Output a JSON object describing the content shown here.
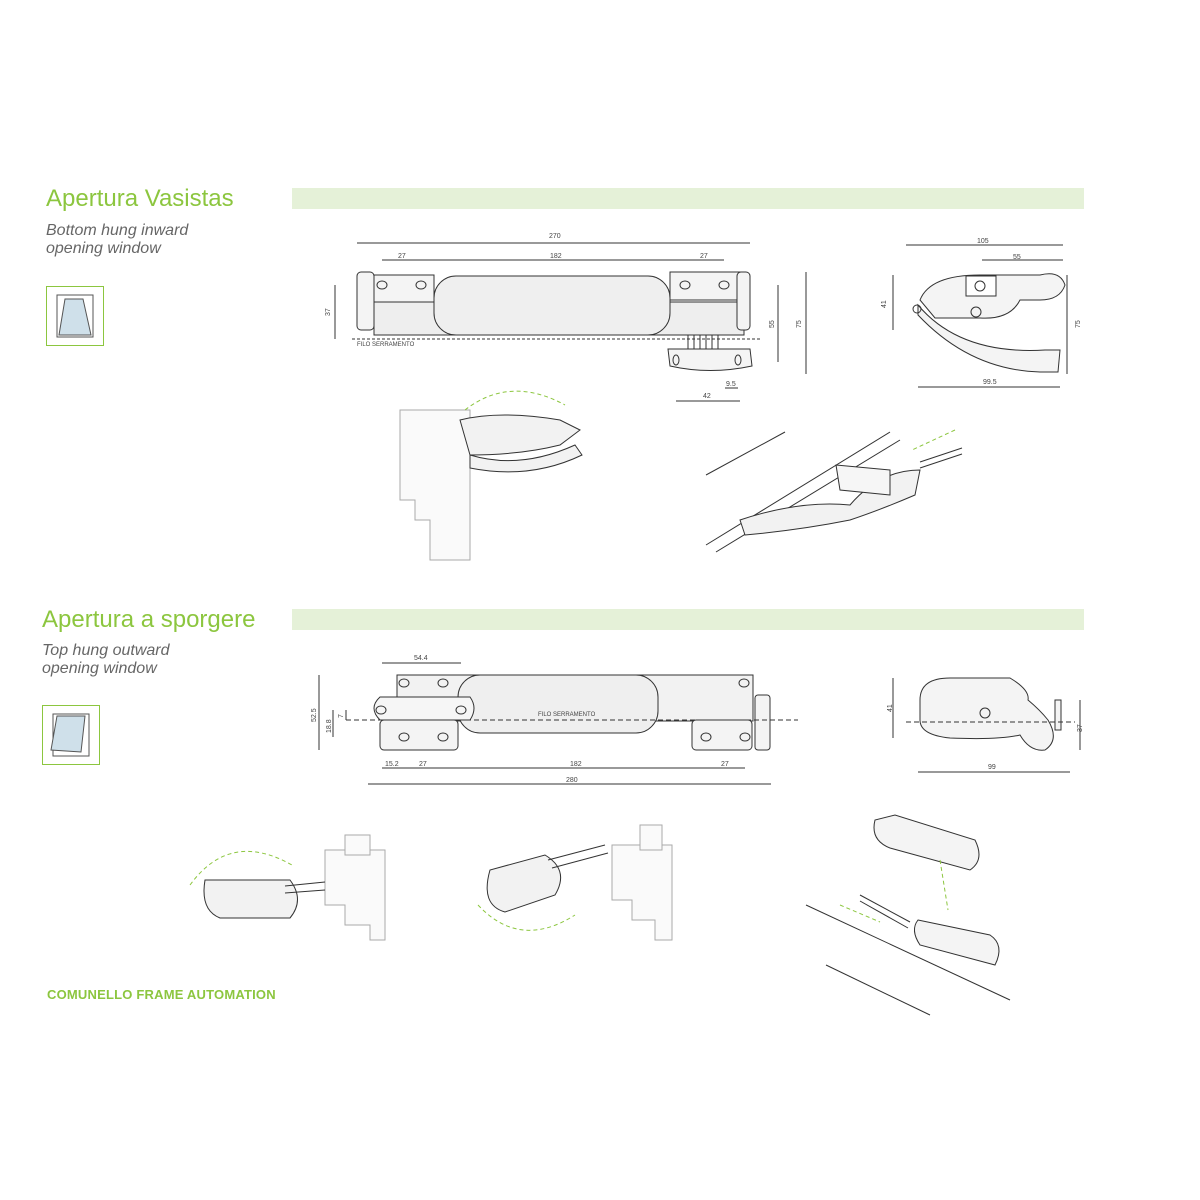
{
  "sections": [
    {
      "title": "Apertura Vasistas",
      "subtitle_line1": "Bottom hung inward",
      "subtitle_line2": "opening window",
      "icon": "bottom-hung-window-icon",
      "dimensions": {
        "overall_length": "270",
        "left_pitch": "27",
        "center_pitch": "182",
        "right_pitch": "27",
        "height_left": "37",
        "bracket_height": "55",
        "overall_height": "75",
        "bracket_offset": "9.5",
        "bracket_width": "42",
        "frame_line_label": "FILO SERRAMENTO",
        "side_width": "105",
        "side_pitch": "55",
        "side_height": "41",
        "side_overall_height": "75",
        "side_depth": "99.5"
      }
    },
    {
      "title": "Apertura a sporgere",
      "subtitle_line1": "Top hung outward",
      "subtitle_line2": "opening window",
      "icon": "top-hung-window-icon",
      "dimensions": {
        "bracket_width": "54.4",
        "overall_height": "52.5",
        "hole_offset": "18.8",
        "line_offset": "7",
        "frame_line_label": "FILO SERRAMENTO",
        "edge_offset": "15.2",
        "left_pitch": "27",
        "center_pitch": "182",
        "right_pitch": "27",
        "overall_length": "280",
        "side_height": "41",
        "side_offset": "37",
        "side_depth": "99"
      }
    }
  ],
  "footer": "COMUNELLO FRAME AUTOMATION",
  "colors": {
    "accent": "#8cc63f",
    "band": "#e5f1d8",
    "line": "#333333"
  }
}
